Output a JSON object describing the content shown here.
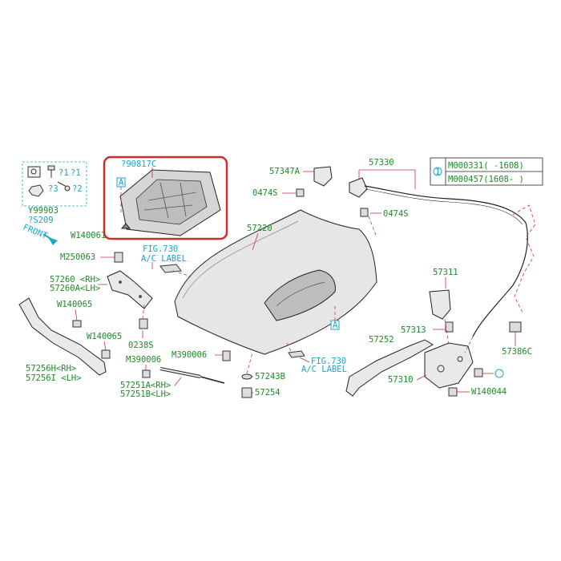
{
  "labels": {
    "p_90817c": "?90817C",
    "p_a_top": "A",
    "p_w140061": "W140061",
    "p_front": "FRONT",
    "p_m250063": "M250063",
    "p_fig730_top": "FIG.730",
    "p_ac_label_top": "A/C LABEL",
    "p_57220": "57220",
    "p_57260_rh": "57260 <RH>",
    "p_57260a_lh": "57260A<LH>",
    "p_w140065_a": "W140065",
    "p_w140065_b": "W140065",
    "p_0238s": "0238S",
    "p_m390006_a": "M390006",
    "p_m390006_b": "M390006",
    "p_57256h": "57256H<RH>",
    "p_57256i": "57256I <LH>",
    "p_57251a": "57251A<RH>",
    "p_57251b": "57251B<LH>",
    "p_57243b": "57243B",
    "p_57254": "57254",
    "p_fig730_bot": "FIG.730",
    "p_ac_label_bot": "A/C LABEL",
    "p_a_bot": "A",
    "p_57347a": "57347A",
    "p_0474s_a": "0474S",
    "p_0474s_b": "0474S",
    "p_57330": "57330",
    "p_m000331": "M000331(   -1608)",
    "p_m000457": "M000457(1608-   )",
    "p_circle1": "1",
    "p_57311": "57311",
    "p_57313": "57313",
    "p_57252": "57252",
    "p_57310": "57310",
    "p_w140044": "W140044",
    "p_57386c": "57386C",
    "p_y99903": "Y99903",
    "p_s209": "?S209",
    "p_k1": "?1",
    "p_k2": "?1",
    "p_k3": "?3",
    "p_k4": "?2"
  },
  "colors": {
    "part_number": "#1f8a2a",
    "reference": "#1aa6c8",
    "leader": "#c8324a",
    "highlight_box": "#d42a2a"
  }
}
